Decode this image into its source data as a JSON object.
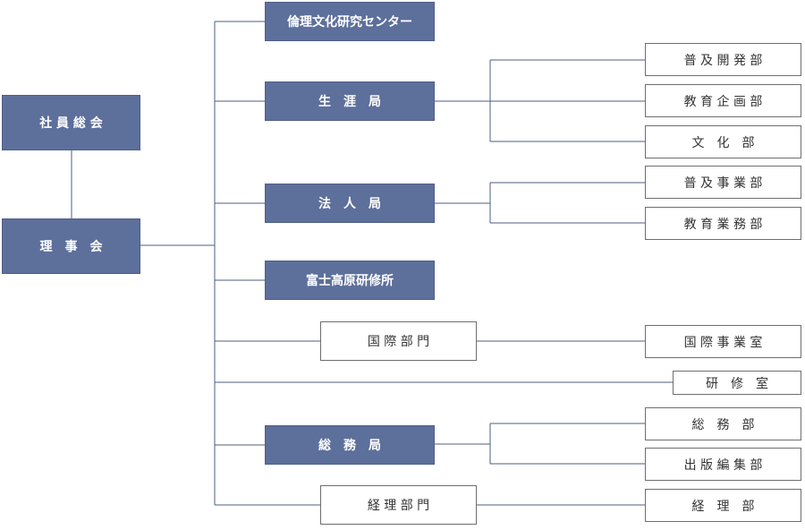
{
  "colors": {
    "accent": "#5d6f9b",
    "line": "#4c5c82",
    "border": "#6e6e6e"
  },
  "nodes": {
    "general_meeting": "社 員 総 会",
    "board": "理　事　会",
    "ethics_center": "倫理文化研究センター",
    "lifelong_bureau": "生　涯　局",
    "corporate_bureau": "法　人　局",
    "fujikogen": "富士高原研修所",
    "intl_division": "国 際 部 門",
    "general_bureau": "総　務　局",
    "accounting_division": "経 理 部 門",
    "promotion_dev": "普 及 開 発 部",
    "education_planning": "教 育 企 画 部",
    "culture": "文　化　部",
    "promotion_business": "普 及 事 業 部",
    "education_business": "教 育 業 務 部",
    "intl_business_office": "国 際 事 業 室",
    "training_office": "研　修　室",
    "general_affairs": "総　務　部",
    "publishing": "出 版 編 集 部",
    "accounting": "経　理　部"
  }
}
